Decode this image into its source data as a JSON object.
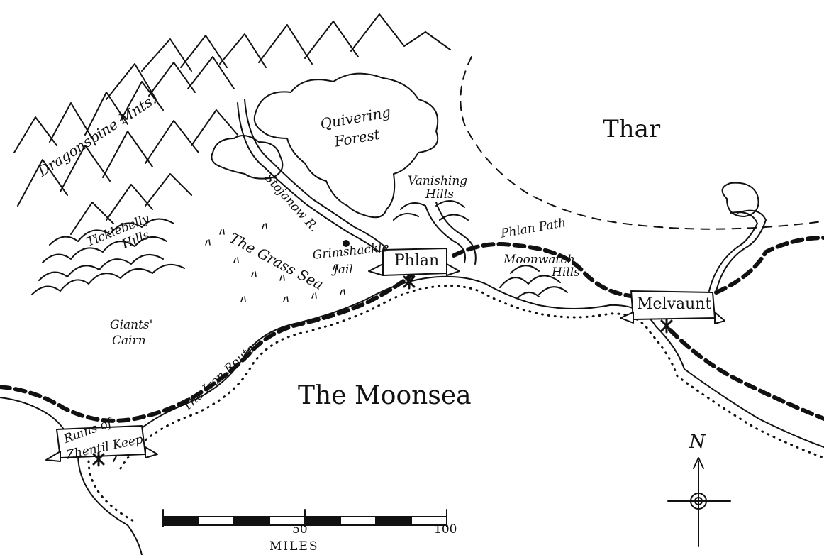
{
  "regions": {
    "thar": "Thar",
    "moonsea": "The Moonsea",
    "grass_sea": "The Grass Sea"
  },
  "mountains": {
    "dragonspine": "Dragonspine Mnts.",
    "ticklebelly_line1": "Ticklebelly",
    "ticklebelly_line2": "Hills",
    "vanishing_line1": "Vanishing",
    "vanishing_line2": "Hills",
    "moonwatch_line1": "Moonwatch",
    "moonwatch_line2": "Hills"
  },
  "forest": {
    "line1": "Quivering",
    "line2": "Forest"
  },
  "landmarks": {
    "giants_cairn_line1": "Giants'",
    "giants_cairn_line2": "Cairn",
    "grimshackle_line1": "Grimshackle",
    "grimshackle_line2": "Jail"
  },
  "rivers": {
    "stojanow": "Stojanow R."
  },
  "roads": {
    "iron_route": "The Iron Route",
    "phlan_path": "Phlan Path"
  },
  "cities": {
    "phlan": "Phlan",
    "melvaunt": "Melvaunt",
    "zhentil_line1": "Ruins of",
    "zhentil_line2": "Zhentil Keep"
  },
  "compass": {
    "north": "N"
  },
  "scale": {
    "mid_label": "50",
    "end_label": "100",
    "unit": "MILES"
  }
}
